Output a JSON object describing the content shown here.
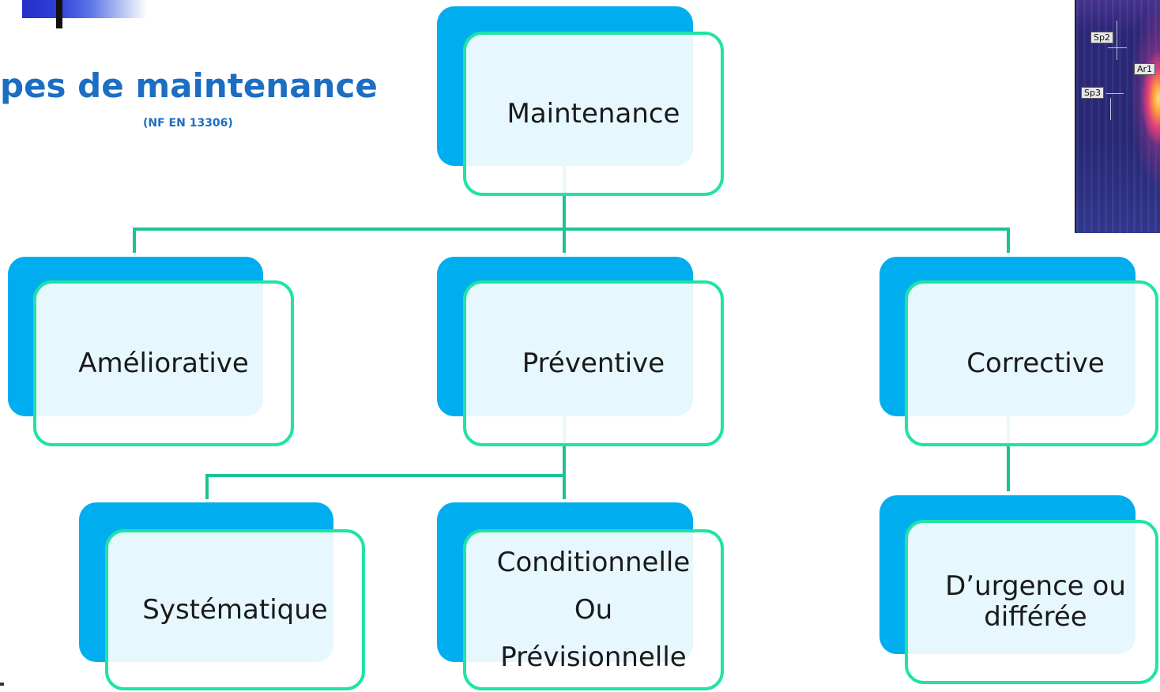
{
  "slide": {
    "title": "pes de maintenance",
    "subtitle": "(NF EN 13306)"
  },
  "thermal_image": {
    "labels": [
      "Sp2",
      "Ar1",
      "Sp3"
    ]
  },
  "diagram": {
    "label": "Maintenance",
    "children": [
      {
        "label": "Améliorative"
      },
      {
        "label": "Préventive",
        "children": [
          {
            "label": "Systématique"
          },
          {
            "lines": [
              "Conditionnelle",
              "Ou",
              "Prévisionnelle"
            ]
          }
        ]
      },
      {
        "label": "Corrective",
        "children": [
          {
            "lines": [
              "D’urgence ou",
              "différée"
            ]
          }
        ]
      }
    ]
  },
  "colors": {
    "title": "#1b6ec2",
    "node_back": "#00aeef",
    "node_border": "#20e3a6",
    "connector": "#1bc394",
    "label_text": "#1a1a1a"
  }
}
